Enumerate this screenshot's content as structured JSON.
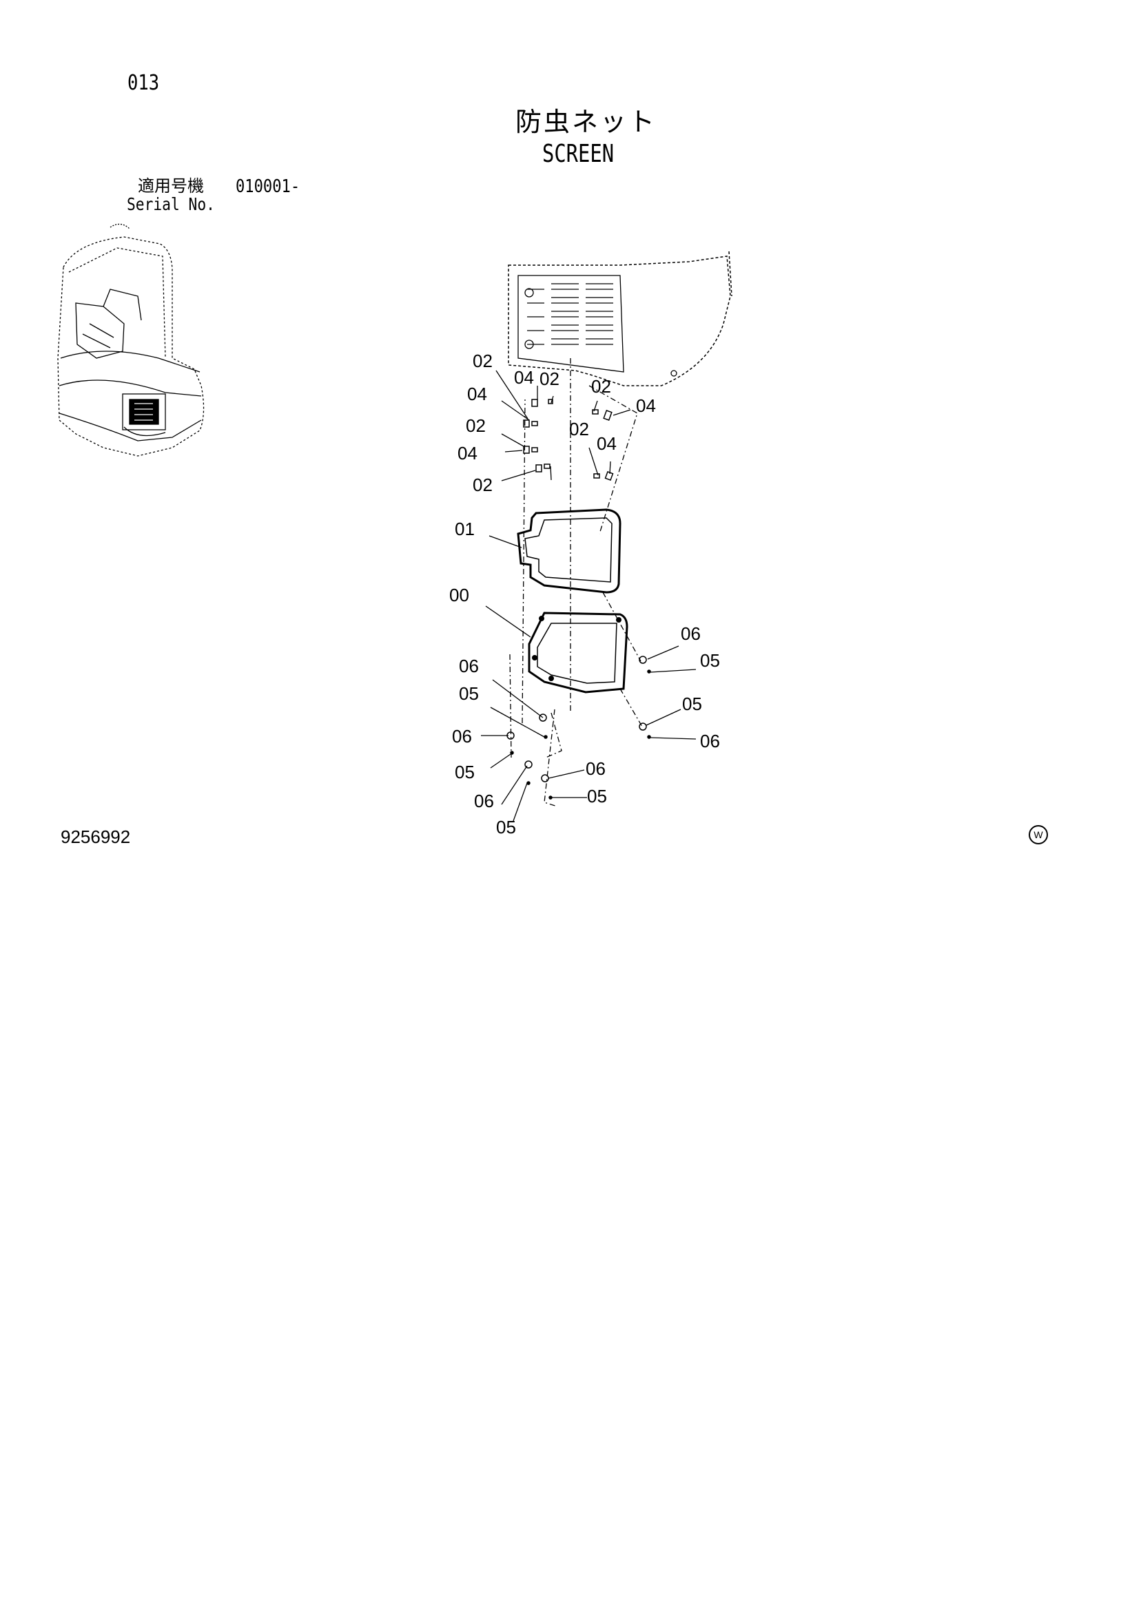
{
  "header": {
    "page_number": "013",
    "title_jp": "防虫ネット",
    "title_en": "SCREEN"
  },
  "serial": {
    "label_jp": "適用号機",
    "value": "010001-",
    "label_en": "Serial No."
  },
  "footer": {
    "drawing_number": "9256992",
    "mark": "W"
  },
  "callouts": [
    {
      "id": "c1",
      "label": "02"
    },
    {
      "id": "c2",
      "label": "04"
    },
    {
      "id": "c3",
      "label": "02"
    },
    {
      "id": "c4",
      "label": "04"
    },
    {
      "id": "c5",
      "label": "02"
    },
    {
      "id": "c6",
      "label": "04"
    },
    {
      "id": "c7",
      "label": "04"
    },
    {
      "id": "c8",
      "label": "02"
    },
    {
      "id": "c9",
      "label": "02"
    },
    {
      "id": "c10",
      "label": "04"
    },
    {
      "id": "c11",
      "label": "02"
    },
    {
      "id": "c12",
      "label": "04"
    },
    {
      "id": "c13",
      "label": "01"
    },
    {
      "id": "c14",
      "label": "00"
    },
    {
      "id": "c15",
      "label": "06"
    },
    {
      "id": "c16",
      "label": "05"
    },
    {
      "id": "c17",
      "label": "06"
    },
    {
      "id": "c18",
      "label": "05"
    },
    {
      "id": "c19",
      "label": "05"
    },
    {
      "id": "c20",
      "label": "06"
    },
    {
      "id": "c21",
      "label": "06"
    },
    {
      "id": "c22",
      "label": "05"
    },
    {
      "id": "c23",
      "label": "06"
    },
    {
      "id": "c24",
      "label": "06"
    },
    {
      "id": "c25",
      "label": "05"
    },
    {
      "id": "c26",
      "label": "05"
    }
  ]
}
